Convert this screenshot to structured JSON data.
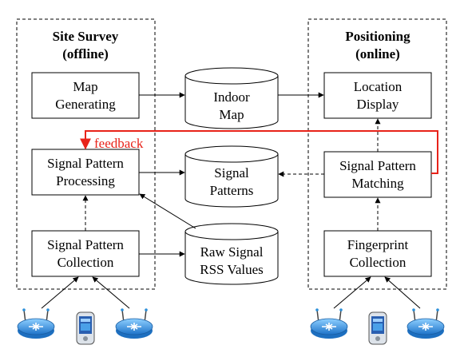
{
  "panels": {
    "left": {
      "title_line1": "Site Survey",
      "title_line2": "(offline)"
    },
    "right": {
      "title_line1": "Positioning",
      "title_line2": "(online)"
    }
  },
  "boxes": {
    "map_generating": {
      "line1": "Map",
      "line2": "Generating"
    },
    "sp_processing": {
      "line1": "Signal Pattern",
      "line2": "Processing"
    },
    "sp_collection": {
      "line1": "Signal Pattern",
      "line2": "Collection"
    },
    "location_display": {
      "line1": "Location",
      "line2": "Display"
    },
    "sp_matching": {
      "line1": "Signal Pattern",
      "line2": "Matching"
    },
    "fp_collection": {
      "line1": "Fingerprint",
      "line2": "Collection"
    }
  },
  "databases": {
    "indoor_map": {
      "line1": "Indoor",
      "line2": "Map"
    },
    "signal_patterns": {
      "line1": "Signal",
      "line2": "Patterns"
    },
    "raw_signal": {
      "line1": "Raw Signal",
      "line2": "RSS Values"
    }
  },
  "feedback_label": "feedback",
  "colors": {
    "feedback": "#e8231a",
    "router": "#2b8fd9",
    "phone": "#2a5fb0"
  },
  "icons": [
    "router-icon",
    "phone-icon",
    "router-icon",
    "router-icon",
    "phone-icon",
    "router-icon"
  ]
}
